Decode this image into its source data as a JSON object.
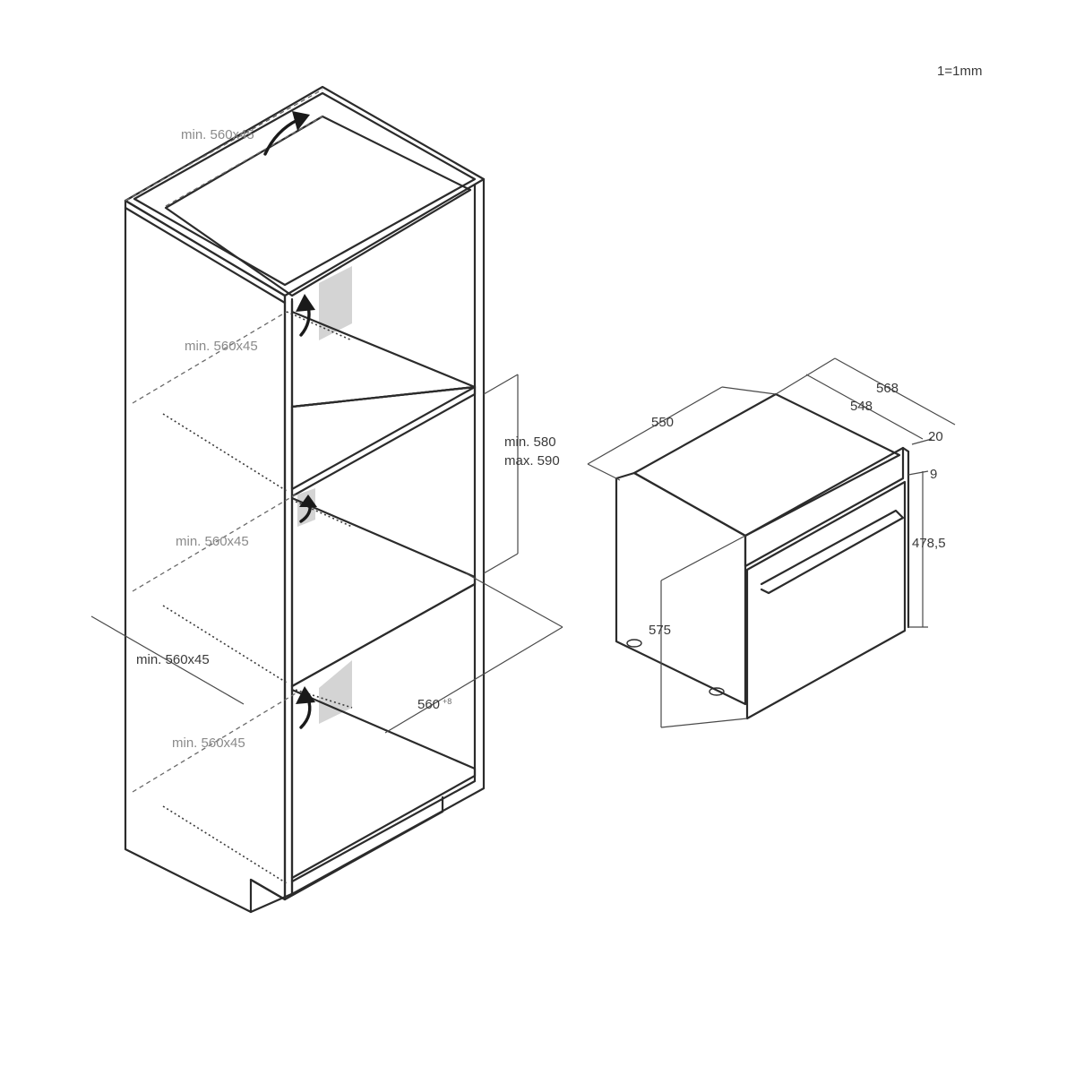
{
  "scale_note": "1=1mm",
  "cabinet": {
    "top_opening_label": "min. 560x45",
    "upper_opening_label": "min. 560x45",
    "middle_opening_label": "min. 560x45",
    "lower_opening_label": "min. 560x45",
    "width_label": "min. 560x45",
    "niche_height_label_min": "min. 580",
    "niche_height_label_max": "max. 590",
    "niche_depth_value": "560",
    "niche_depth_tolerance": "+8"
  },
  "oven": {
    "depth_total": "568",
    "depth_body": "548",
    "width": "550",
    "front_panel": "20",
    "top_gap": "9",
    "door_height": "478,5",
    "body_height": "575"
  }
}
